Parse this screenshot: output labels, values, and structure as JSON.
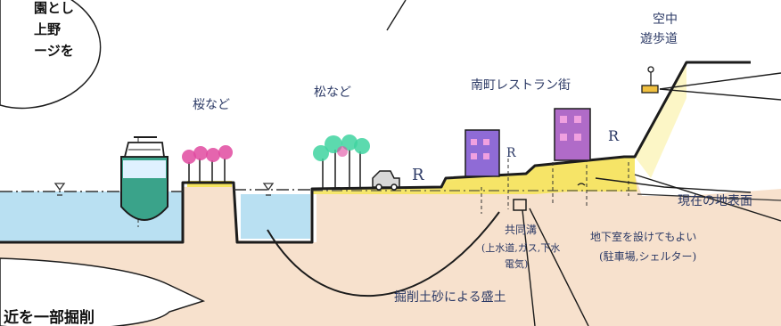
{
  "labels": {
    "sky_walkway_line1": "空中",
    "sky_walkway_line2": "遊歩道",
    "sakura": "桜など",
    "pine": "松など",
    "minamimachi": "南町レストラン街",
    "r1": "R",
    "r2": "R",
    "r3": "R",
    "current_ground": "現在の地表面",
    "utility_tunnel_line1": "共同溝",
    "utility_tunnel_line2": "(上水道,ガス,下水",
    "utility_tunnel_line3": "電気)",
    "basement_line1": "地下室を設けてもよい",
    "basement_line2": "(駐車場,シェルター)",
    "fill_note": "掘削土砂による盛土"
  },
  "bubbles": {
    "top_left_line1": "園とし",
    "top_left_line2": "上野",
    "top_left_line3": "ージを",
    "bottom_left": "近を一部掘削"
  },
  "colors": {
    "water": "#a9d8ef",
    "fill_yellow": "#f3e65a",
    "soil": "#f1c9a8",
    "line": "#1c1c1c",
    "building_violet": "#8f6bd6",
    "tree_pink": "#e04aa0",
    "tree_green": "#3fd4a0"
  }
}
